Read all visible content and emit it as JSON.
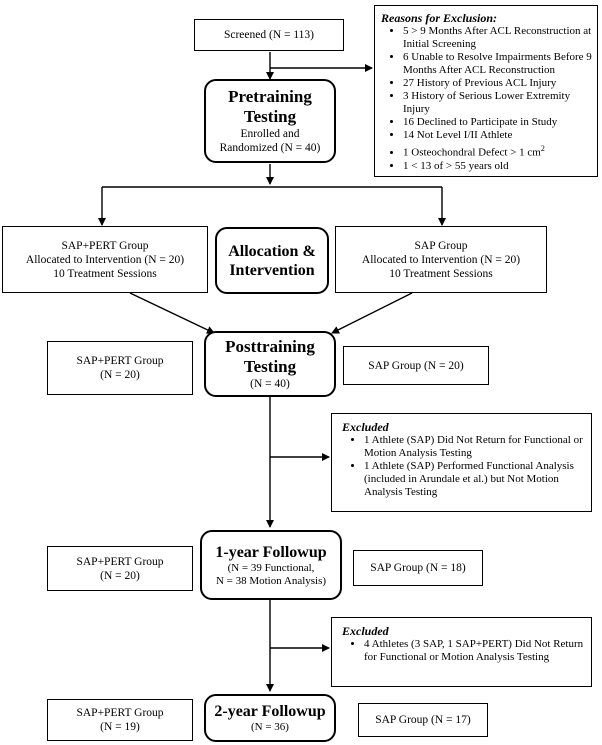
{
  "screened": "Screened (N = 113)",
  "exclusion": {
    "title": "Reasons for Exclusion:",
    "items": [
      "5 > 9 Months After ACL Reconstruction at Initial Screening",
      "6 Unable to Resolve Impairments Before 9 Months After ACL Reconstruction",
      "27 History of Previous ACL Injury",
      "3 History of Serious Lower Extremity Injury",
      "16 Declined to Participate in Study",
      "14 Not Level I/II Athlete",
      "1 Osteochondral Defect > 1 cm",
      "1 < 13 of > 55 years old"
    ],
    "superscript": "2"
  },
  "pretraining": {
    "title": "Pretraining Testing",
    "line1": "Enrolled and",
    "line2": "Randomized (N = 40)"
  },
  "allocation": {
    "title": "Allocation & Intervention"
  },
  "alloc_left": {
    "line1": "SAP+PERT Group",
    "line2": "Allocated to Intervention (N = 20)",
    "line3": "10 Treatment Sessions"
  },
  "alloc_right": {
    "line1": "SAP Group",
    "line2": "Allocated to Intervention (N = 20)",
    "line3": "10 Treatment Sessions"
  },
  "posttraining": {
    "title": "Posttraining Testing",
    "n": "(N = 40)",
    "left_line1": "SAP+PERT Group",
    "left_line2": "(N = 20)",
    "right": "SAP Group (N = 20)"
  },
  "excluded1": {
    "title": "Excluded",
    "items": [
      "1 Athlete (SAP) Did Not Return for Functional or Motion Analysis Testing",
      "1 Athlete (SAP) Performed Functional Analysis (included in Arundale et al.) but Not Motion Analysis Testing"
    ]
  },
  "followup1": {
    "title": "1-year Followup",
    "line1": "(N = 39 Functional,",
    "line2": "N = 38 Motion Analysis)",
    "left_line1": "SAP+PERT Group",
    "left_line2": "(N = 20)",
    "right": "SAP Group (N = 18)"
  },
  "excluded2": {
    "title": "Excluded",
    "items": [
      "4 Athletes  (3 SAP, 1 SAP+PERT) Did Not Return for Functional or Motion Analysis Testing"
    ]
  },
  "followup2": {
    "title": "2-year Followup",
    "n": "(N = 36)",
    "left_line1": "SAP+PERT Group",
    "left_line2": "(N = 19)",
    "right": "SAP Group (N = 17)"
  }
}
